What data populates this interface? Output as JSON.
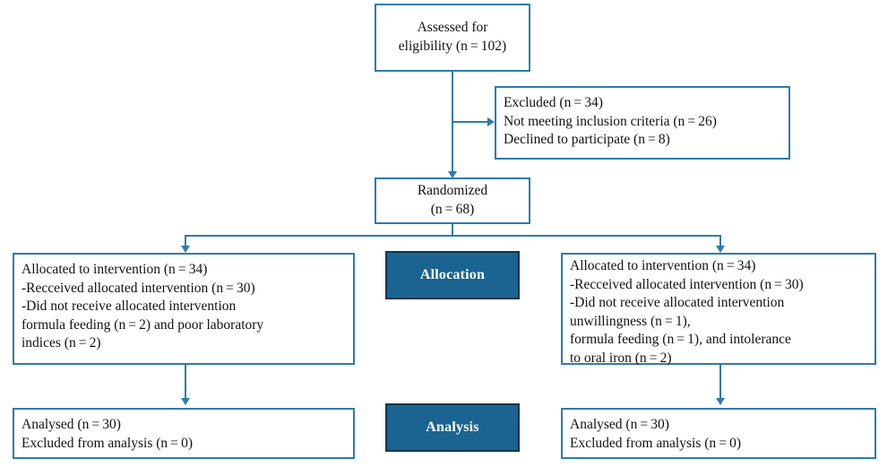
{
  "diagram": {
    "title": "CONSORT participant flow diagram",
    "colors": {
      "box_border": "#2E7CA6",
      "banner_fill": "#1B6391",
      "banner_border": "#10384F",
      "banner_text": "#FFFFFF",
      "connector": "#2E7CA6",
      "text": "#111111",
      "background": "#FFFFFF"
    },
    "boxes": {
      "enrollment": {
        "lines": [
          "Assessed for",
          "eligibility (n = 102)"
        ]
      },
      "excluded": {
        "lines": [
          "Excluded (n = 34)",
          "Not meeting inclusion criteria (n = 26)",
          "Declined to participate (n = 8)"
        ]
      },
      "randomized": {
        "lines": [
          "Randomized",
          "(n = 68)"
        ]
      },
      "allocation_left": {
        "lines": [
          "Allocated to intervention (n = 34)",
          "-Recceived allocated intervention (n = 30)",
          "-Did not receive allocated intervention",
          "formula feeding (n = 2) and poor laboratory",
          "indices (n = 2)"
        ]
      },
      "allocation_right": {
        "lines": [
          "Allocated to intervention (n = 34)",
          "-Recceived allocated intervention (n = 30)",
          "-Did not receive allocated intervention",
          "unwillingness (n = 1),",
          "formula feeding (n = 1), and intolerance",
          "to oral iron (n = 2)"
        ]
      },
      "analysis_left": {
        "lines": [
          "Analysed (n = 30)",
          "Excluded from analysis (n = 0)"
        ]
      },
      "analysis_right": {
        "lines": [
          "Analysed (n = 30)",
          "Excluded from analysis (n = 0)"
        ]
      }
    },
    "banners": {
      "allocation": "Allocation",
      "analysis": "Analysis"
    }
  }
}
